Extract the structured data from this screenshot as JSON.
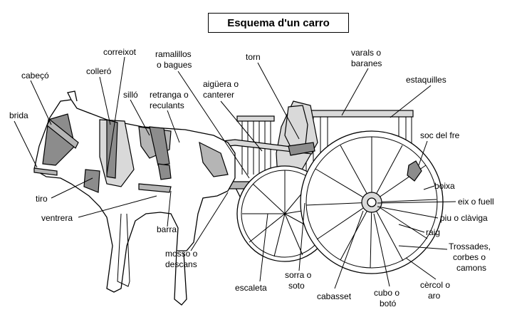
{
  "title": "Esquema d'un carro",
  "labels": {
    "correixot": "correixot",
    "ramalillos_1": "ramalillos",
    "ramalillos_2": "o bagues",
    "torn": "torn",
    "varals_1": "varals o",
    "varals_2": "baranes",
    "cabeco": "cabeçó",
    "collero": "colleró",
    "aiguera_1": "aigüera o",
    "aiguera_2": "canterer",
    "estaquilles": "estaquilles",
    "brida": "brida",
    "sillo": "silló",
    "retranga_1": "retranga o",
    "retranga_2": "reculants",
    "soc_1": "soc del fre",
    "boixa": "boixa",
    "tiro": "tiro",
    "eix_1": "eix o fuell",
    "piu_1": "piu o clàviga",
    "ventrera": "ventrera",
    "barra": "barra",
    "raig": "raig",
    "mosso_1": "mosso o",
    "mosso_2": "descans",
    "trossades_1": "Trossades,",
    "trossades_2": "corbes o",
    "trossades_3": "camons",
    "sorra_1": "sorra o",
    "sorra_2": "soto",
    "escaleta": "escaleta",
    "cabasset": "cabasset",
    "cubo_1": "cubo o",
    "cubo_2": "botó",
    "cercol_1": "cèrcol o",
    "cercol_2": "aro"
  }
}
